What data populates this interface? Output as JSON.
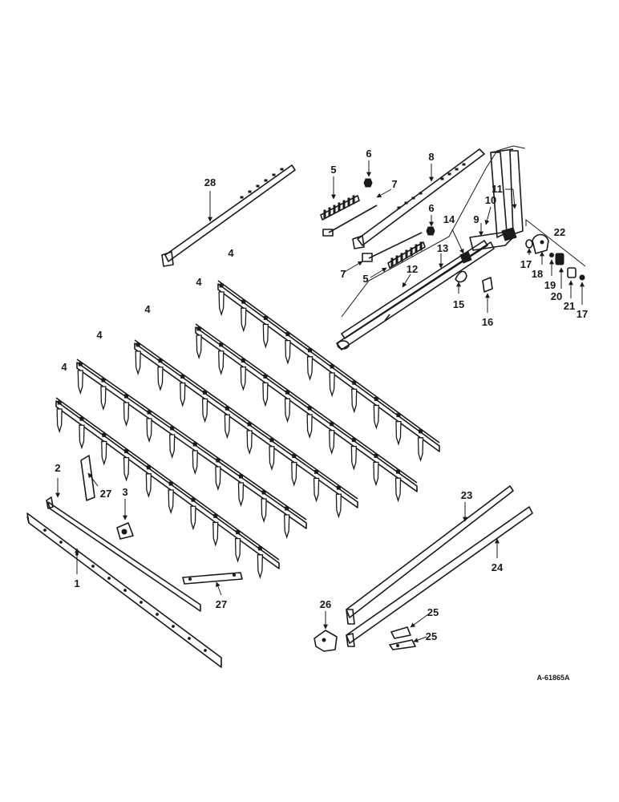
{
  "callouts": {
    "c1": "1",
    "c2": "2",
    "c3": "3",
    "c4": "4",
    "c5": "5",
    "c6": "6",
    "c7": "7",
    "c8": "8",
    "c9": "9",
    "c10": "10",
    "c11": "11",
    "c12": "12",
    "c13": "13",
    "c14": "14",
    "c15": "15",
    "c16": "16",
    "c17": "17",
    "c18": "18",
    "c19": "19",
    "c20": "20",
    "c21": "21",
    "c22": "22",
    "c23": "23",
    "c24": "24",
    "c25": "25",
    "c26": "26",
    "c27": "27",
    "c28": "28"
  },
  "drawing_ref": "A-61865A"
}
